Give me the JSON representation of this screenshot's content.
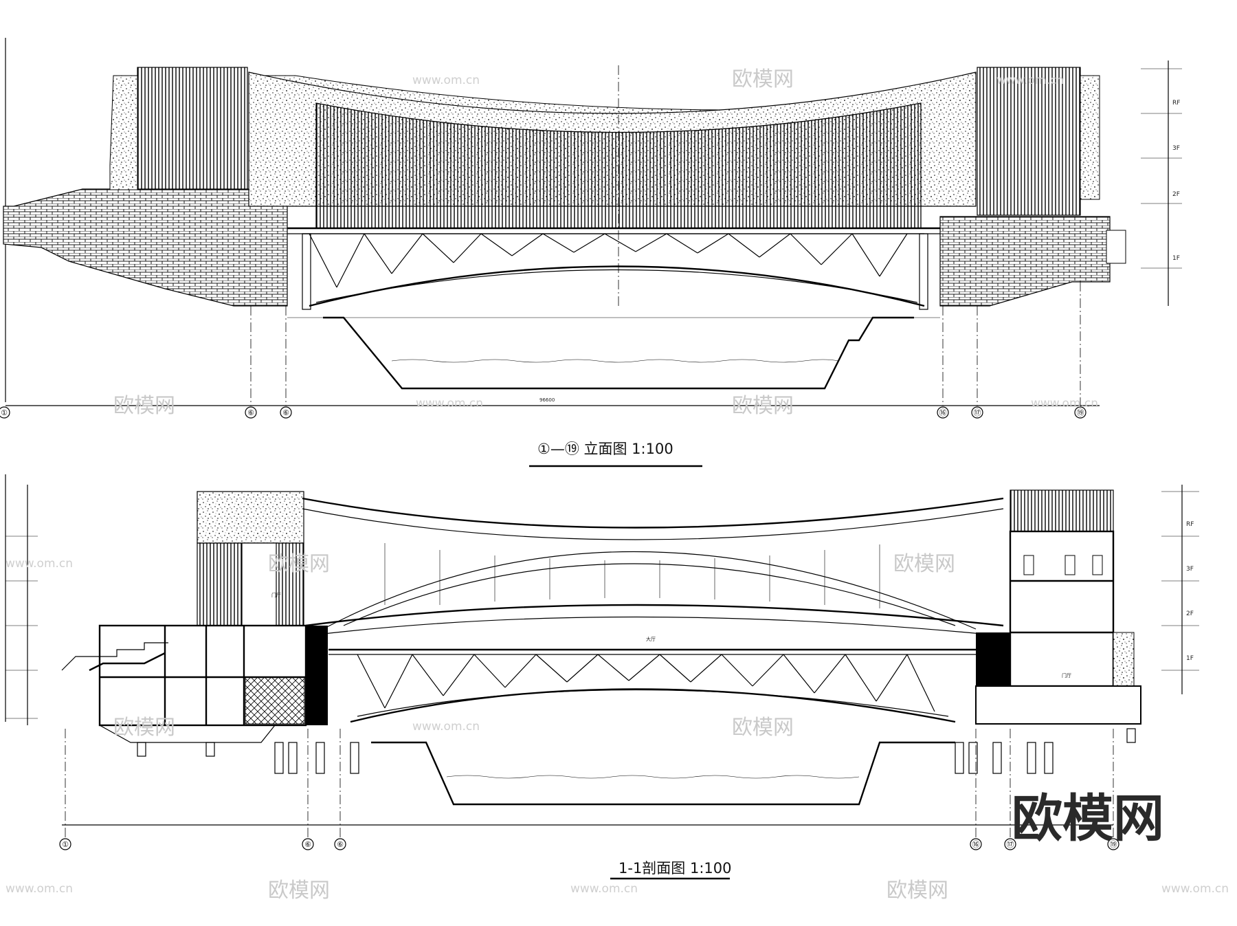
{
  "elevation": {
    "title": "①—⑲ 立面图 1:100",
    "total_dimension": "96600",
    "axes": [
      "①",
      "⑥",
      "⑥",
      "⑯",
      "⑰",
      "⑲"
    ],
    "floor_levels": [
      "RF",
      "3F",
      "2F",
      "1F"
    ]
  },
  "section": {
    "title": "1-1剖面图 1:100",
    "axes": [
      "①",
      "⑥",
      "⑥",
      "⑯",
      "⑰",
      "⑲"
    ],
    "floor_levels": [
      "RF",
      "3F",
      "2F",
      "1F"
    ],
    "room_labels": [
      "门厅",
      "大厅",
      "门厅"
    ]
  },
  "watermark": {
    "brand": "欧模网",
    "url": "www.om.cn"
  },
  "colors": {
    "line": "#000000",
    "watermark": "#c9c9c9"
  }
}
